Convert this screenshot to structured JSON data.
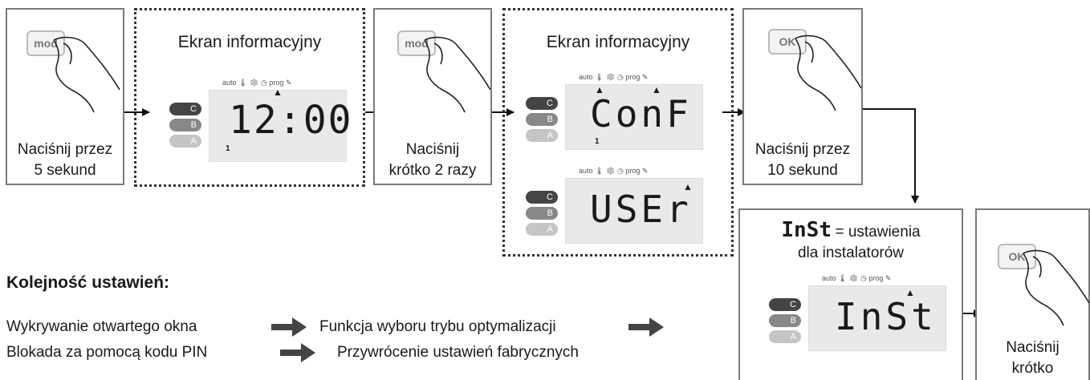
{
  "step1": {
    "button": "mod",
    "caption_line1": "Naciśnij przez",
    "caption_line2": "5 sekund"
  },
  "info1": {
    "title": "Ekran informacyjny",
    "display": "12:00",
    "sub": "1"
  },
  "step2": {
    "button": "mod",
    "caption_line1": "Naciśnij",
    "caption_line2": "krótko 2 razy"
  },
  "info2": {
    "title": "Ekran informacyjny",
    "display_top": "ConF",
    "display_bottom": "USEr",
    "sub": "1"
  },
  "step3": {
    "button": "OK",
    "caption_line1": "Naciśnij przez",
    "caption_line2": "10 sekund"
  },
  "inst": {
    "code": "InSt",
    "label_line1": "= ustawienia",
    "label_line2": "dla instalatorów",
    "display": "InSt"
  },
  "step4": {
    "button": "OK",
    "caption_line1": "Naciśnij",
    "caption_line2": "krótko"
  },
  "lcd_icons": {
    "auto": "auto",
    "prog": "prog"
  },
  "modes": [
    "C",
    "B",
    "A"
  ],
  "order": {
    "heading": "Kolejność ustawień:",
    "row1": [
      "Wykrywanie otwartego okna",
      "Funkcja wyboru trybu optymalizacji"
    ],
    "row2": [
      "Blokada za pomocą kodu PIN",
      "Przywrócenie ustawień fabrycznych"
    ]
  }
}
